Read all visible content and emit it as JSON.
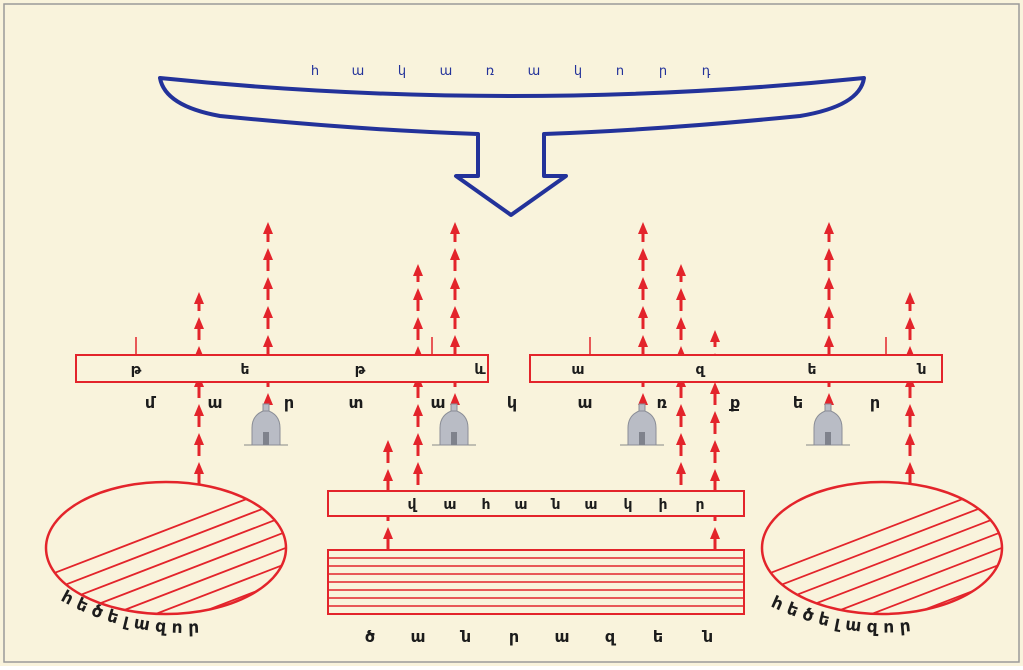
{
  "colors": {
    "background": "#f9f3dc",
    "frame": "#9a9a9a",
    "navy": "#23329a",
    "red": "#e3242b",
    "text": "#1c1c1c",
    "dome": "#b9bcc5"
  },
  "top_word": [
    "հ",
    "ա",
    "կ",
    "ա",
    "ռ",
    "ա",
    "կ",
    "ո",
    "ր",
    "դ"
  ],
  "left_bar_letters": [
    "թ",
    "ե",
    "թ",
    "և"
  ],
  "right_bar_letters": [
    "ա",
    "զ",
    "ե",
    "ն"
  ],
  "middle_word": [
    "մ",
    "ա",
    "ր",
    "տ",
    "ա",
    "կ",
    "ա",
    "ռ",
    "ք",
    "ե",
    "ր"
  ],
  "center_bar_word": [
    "վ",
    "ա",
    "հ",
    "ա",
    "ն",
    "ա",
    "կ",
    "ի",
    "ր"
  ],
  "bottom_center_word": [
    "ծ",
    "ա",
    "ն",
    "ր",
    "ա",
    "զ",
    "ե",
    "ն"
  ],
  "left_arc_word": [
    "հ",
    "ե",
    "ծ",
    "ե",
    "լ",
    "ա",
    "զ",
    "ո",
    "ր"
  ],
  "right_arc_word": [
    "հ",
    "ե",
    "ծ",
    "ե",
    "լ",
    "ա",
    "զ",
    "ո",
    "ր"
  ]
}
